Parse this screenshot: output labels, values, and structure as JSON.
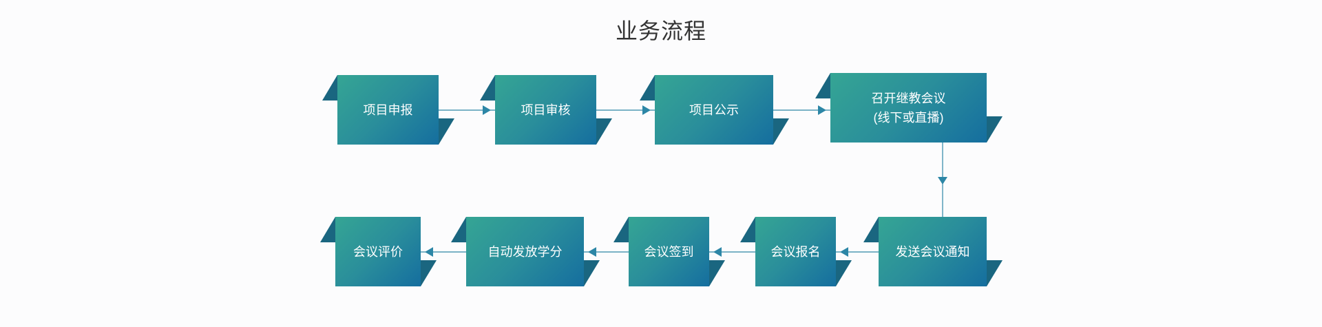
{
  "title": "业务流程",
  "colors": {
    "node_gradient_start": "#35a594",
    "node_gradient_end": "#156e9f",
    "flap": "#1a6680",
    "connector": "#2c86a6"
  },
  "row1": [
    {
      "label": "项目申报"
    },
    {
      "label": "项目审核"
    },
    {
      "label": "项目公示"
    },
    {
      "label": "召开继教会议",
      "sub": "(线下或直播)"
    }
  ],
  "row2": [
    {
      "label": "会议评价"
    },
    {
      "label": "自动发放学分"
    },
    {
      "label": "会议签到"
    },
    {
      "label": "会议报名"
    },
    {
      "label": "发送会议通知"
    }
  ]
}
